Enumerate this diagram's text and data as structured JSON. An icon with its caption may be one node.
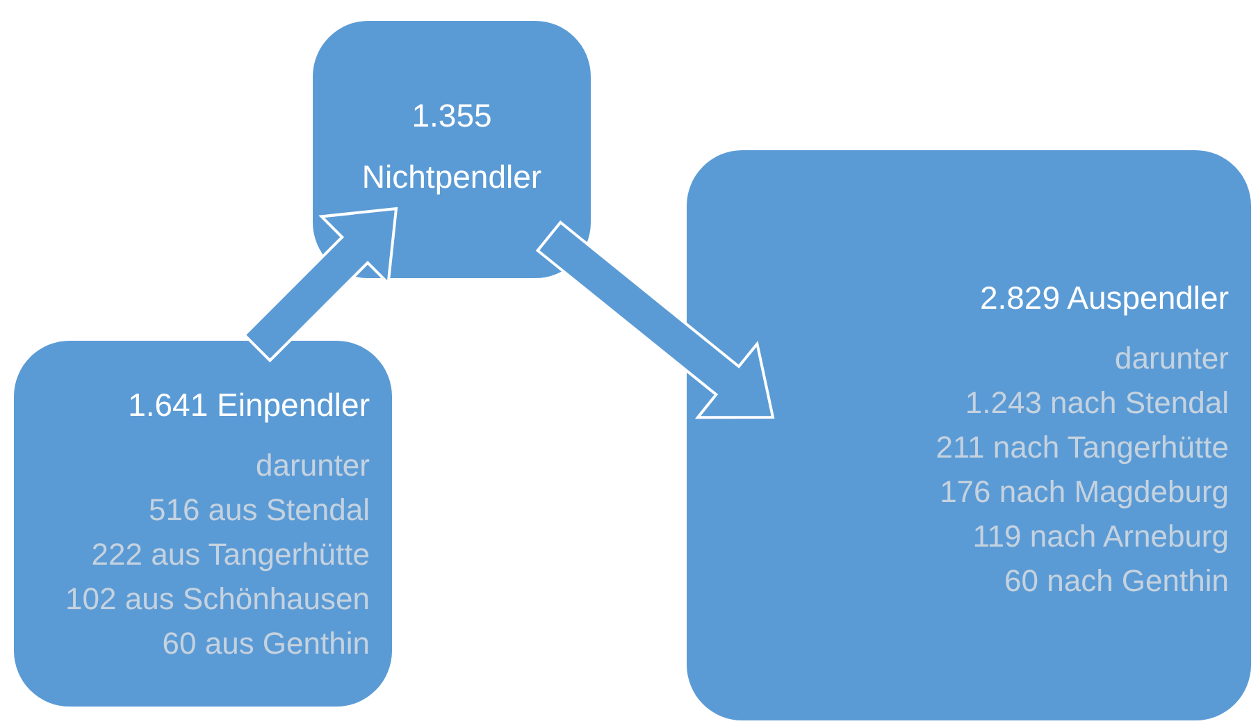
{
  "diagram": {
    "nodes": [
      {
        "text": [
          "1.641 Einpendler",
          "darunter",
          "516 aus Stendal",
          "222 aus Tangerhütte",
          "102 aus Schönhausen",
          "60 aus Genthin"
        ]
      },
      {
        "text": [
          "1.355",
          "Nichtpendler"
        ]
      },
      {
        "text": [
          "2.829 Auspendler",
          "darunter",
          "1.243 nach Stendal",
          "211 nach Tangerhütte",
          "176 nach Magdeburg",
          "119 nach Arneburg",
          "60 nach Genthin"
        ]
      }
    ],
    "edges": [
      {
        "from": 0,
        "to": 1,
        "arrow": "to"
      },
      {
        "from": 1,
        "to": 2,
        "arrow": "to"
      }
    ]
  }
}
